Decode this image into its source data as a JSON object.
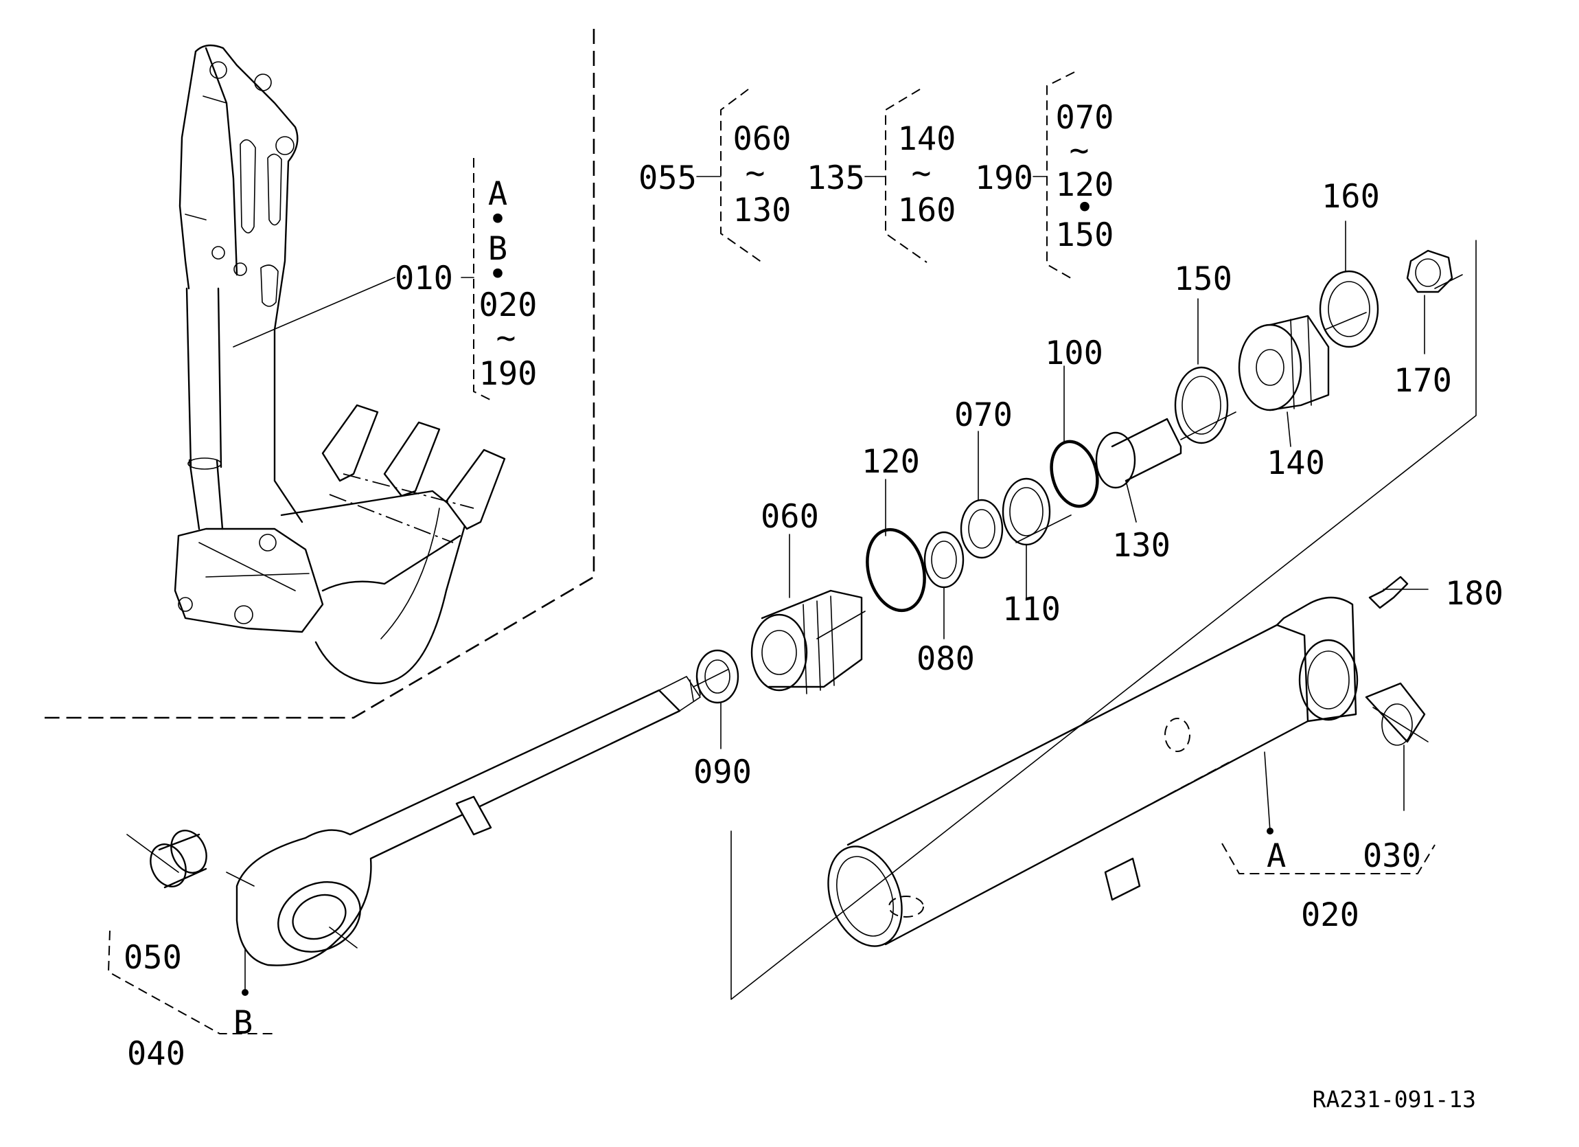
{
  "drawing_code": "RA231-091-13",
  "callouts": {
    "p010": "010",
    "p020": "020",
    "p030": "030",
    "p040": "040",
    "p050": "050",
    "p055": "055",
    "p060": "060",
    "p070": "070",
    "p080": "080",
    "p090": "090",
    "p100": "100",
    "p110": "110",
    "p120": "120",
    "p130": "130",
    "p135": "135",
    "p140": "140",
    "p150": "150",
    "p160": "160",
    "p170": "170",
    "p180": "180",
    "p190": "190"
  },
  "reference_points": {
    "a": "A",
    "b": "B"
  },
  "groups": {
    "g010": {
      "line1": "A",
      "dot1": "•",
      "line2": "B",
      "dot2": "•",
      "line3": "020",
      "range": "~",
      "line4": "190"
    },
    "g055": {
      "from": "060",
      "range": "~",
      "to": "130"
    },
    "g135": {
      "from": "140",
      "range": "~",
      "to": "160"
    },
    "g190": {
      "from": "070",
      "range": "~",
      "to": "120",
      "dot": "•",
      "extra": "150"
    }
  }
}
